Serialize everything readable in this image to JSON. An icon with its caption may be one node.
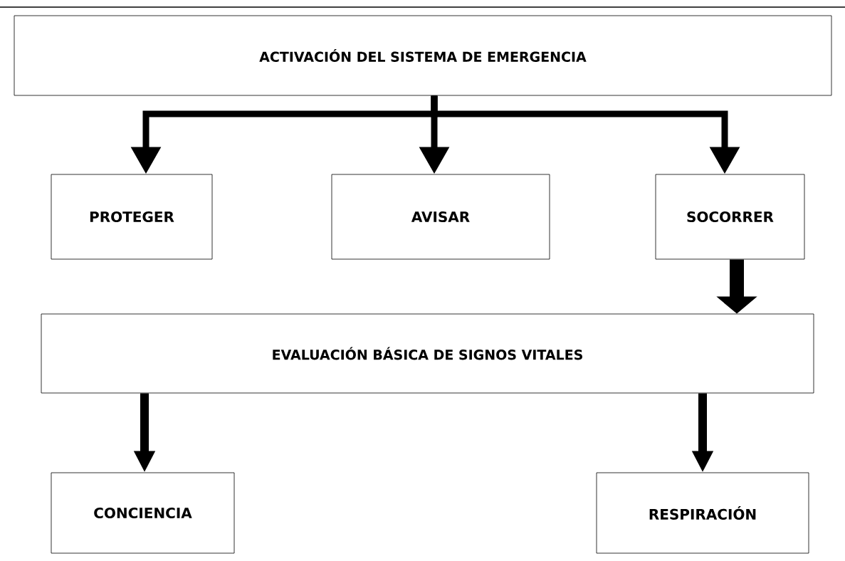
{
  "diagram": {
    "nodes": [
      {
        "text": [
          "ACTIVACIÓN DEL SISTEMA DE EMERGENCIA"
        ]
      },
      {
        "text": [
          "PROTEGER"
        ]
      },
      {
        "text": [
          "AVISAR"
        ]
      },
      {
        "text": [
          "SOCORRER"
        ]
      },
      {
        "text": [
          "EVALUACIÓN BÁSICA DE SIGNOS VITALES"
        ]
      },
      {
        "text": [
          "CONCIENCIA"
        ]
      },
      {
        "text": [
          "RESPIRACIÓN"
        ]
      }
    ],
    "edges": [
      {
        "from": 0,
        "to": 1,
        "arrow": "to"
      },
      {
        "from": 0,
        "to": 2,
        "arrow": "to"
      },
      {
        "from": 0,
        "to": 3,
        "arrow": "to"
      },
      {
        "from": 3,
        "to": 4,
        "arrow": "to",
        "style": "thick"
      },
      {
        "from": 4,
        "to": 5,
        "arrow": "to"
      },
      {
        "from": 4,
        "to": 6,
        "arrow": "to"
      }
    ]
  }
}
